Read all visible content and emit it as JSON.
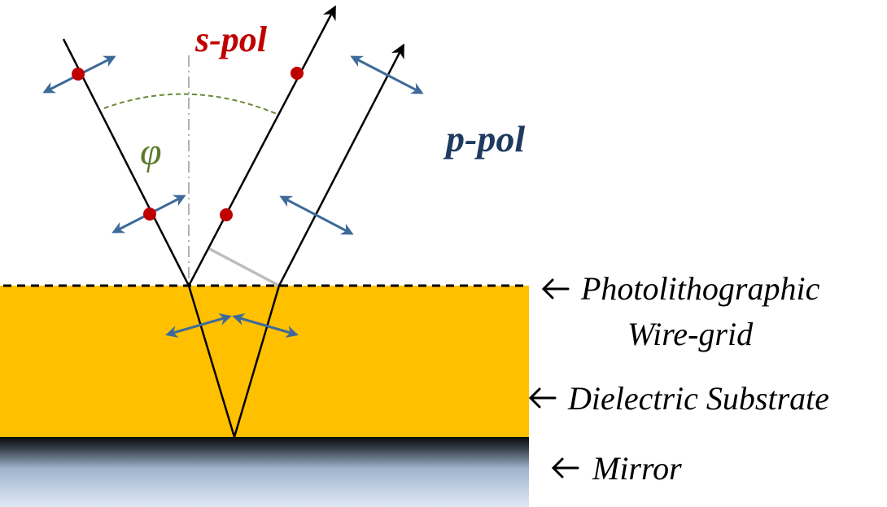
{
  "labels": {
    "s_pol": "s-pol",
    "p_pol": "p-pol",
    "angle": "φ",
    "wire_grid_line1": "Photolithographic",
    "wire_grid_line2": "Wire-grid",
    "substrate": "Dielectric Substrate",
    "mirror": "Mirror"
  },
  "colors": {
    "s_pol": "#c00000",
    "p_pol": "#1f3a5f",
    "angle": "#5a7a2a",
    "substrate": "#ffc000",
    "arrows_double": "#3e6a9a",
    "dots": "#c00000",
    "rays": "#000000"
  },
  "icons": {
    "pointer": "left-arrow-icon"
  }
}
